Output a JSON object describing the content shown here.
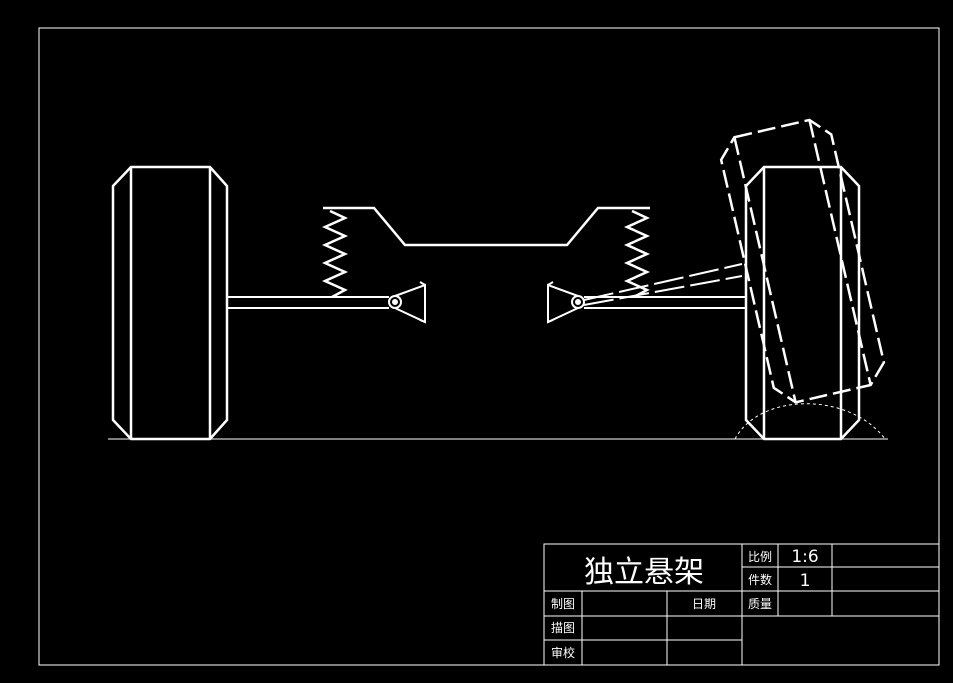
{
  "title_block": {
    "title": "独立悬架",
    "scale_label": "比例",
    "scale_value": "1:6",
    "quantity_label": "件数",
    "quantity_value": "1",
    "mass_label": "质量",
    "drafted_label": "制图",
    "date_label": "日期",
    "traced_label": "描图",
    "checked_label": "审校"
  },
  "colors": {
    "background": "#000000",
    "line": "#ffffff"
  }
}
